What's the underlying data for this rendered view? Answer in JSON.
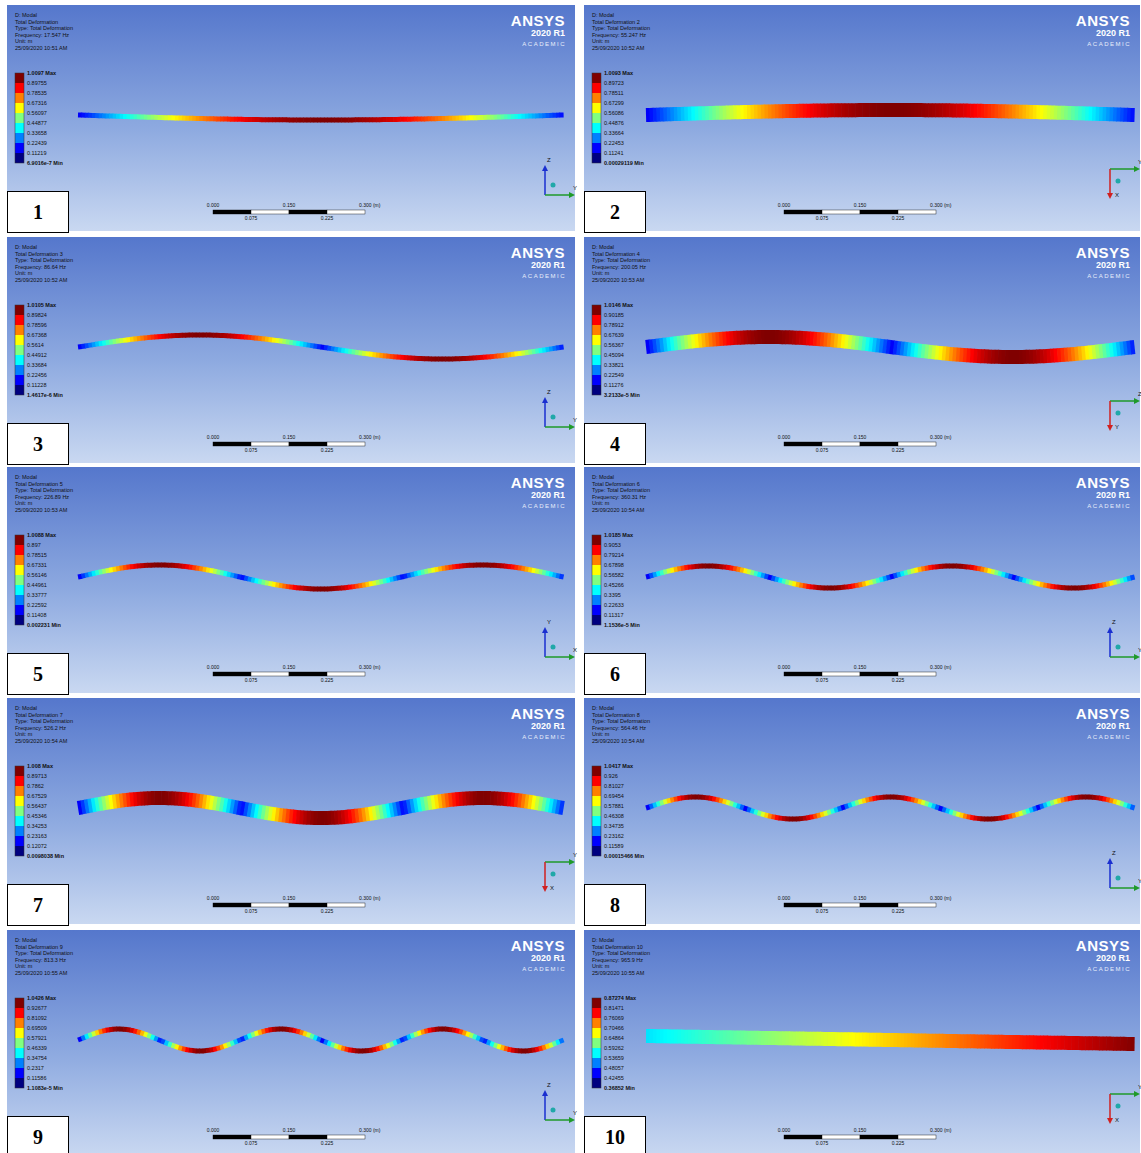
{
  "diagram": {
    "nodes": [
      {
        "text": [
          "1"
        ]
      },
      {
        "text": [
          "2"
        ]
      },
      {
        "text": [
          "3"
        ]
      },
      {
        "text": [
          "4"
        ]
      },
      {
        "text": [
          "5"
        ]
      },
      {
        "text": [
          "6"
        ]
      },
      {
        "text": [
          "7"
        ]
      },
      {
        "text": [
          "8"
        ]
      },
      {
        "text": [
          "9"
        ]
      },
      {
        "text": [
          "10"
        ]
      }
    ],
    "labels": [
      "D: Modal",
      "Total Deformation",
      "Type: Total Deformation",
      "Frequency: 17.547 Hz",
      "Unit: m",
      "25/09/2020 10:51 AM",
      "ANSYS",
      "2020 R1",
      "ACADEMIC",
      "1.0097 Max",
      "0.89755",
      "0.78535",
      "0.67316",
      "0.56097",
      "0.44877",
      "0.33658",
      "0.22439",
      "0.11219",
      "6.9016e-7 Min",
      "0.000",
      "0.150",
      "0.300 (m)",
      "0.075",
      "0.225",
      "Z",
      "Y",
      "D: Modal",
      "Total Deformation 2",
      "Type: Total Deformation",
      "Frequency: 55.247 Hz",
      "Unit: m",
      "25/09/2020 10:52 AM",
      "ANSYS",
      "2020 R1",
      "ACADEMIC",
      "1.0093 Max",
      "0.89723",
      "0.78511",
      "0.67299",
      "0.56086",
      "0.44876",
      "0.33664",
      "0.22453",
      "0.11241",
      "0.00029119 Min",
      "0.000",
      "0.150",
      "0.300 (m)",
      "0.075",
      "0.225",
      "Y",
      "X",
      "D: Modal",
      "Total Deformation 3",
      "Type: Total Deformation",
      "Frequency: 86.64 Hz",
      "Unit: m",
      "25/09/2020 10:52 AM",
      "ANSYS",
      "2020 R1",
      "ACADEMIC",
      "1.0105 Max",
      "0.89824",
      "0.78596",
      "0.67368",
      "0.5614",
      "0.44912",
      "0.33684",
      "0.22456",
      "0.11228",
      "1.4617e-6 Min",
      "0.000",
      "0.150",
      "0.300 (m)",
      "0.075",
      "0.225",
      "Z",
      "Y",
      "D: Modal",
      "Total Deformation 4",
      "Type: Total Deformation",
      "Frequency: 200.05 Hz",
      "Unit: m",
      "25/09/2020 10:53 AM",
      "ANSYS",
      "2020 R1",
      "ACADEMIC",
      "1.0146 Max",
      "0.90185",
      "0.78912",
      "0.67639",
      "0.56367",
      "0.45094",
      "0.33821",
      "0.22549",
      "0.11276",
      "3.2133e-5 Min",
      "0.000",
      "0.150",
      "0.300 (m)",
      "0.075",
      "0.225",
      "Z",
      "Y",
      "D: Modal",
      "Total Deformation 5",
      "Type: Total Deformation",
      "Frequency: 226.89 Hz",
      "Unit: m",
      "25/09/2020 10:53 AM",
      "ANSYS",
      "2020 R1",
      "ACADEMIC",
      "1.0088 Max",
      "0.897",
      "0.78515",
      "0.67331",
      "0.56146",
      "0.44961",
      "0.33777",
      "0.22592",
      "0.11408",
      "0.002231 Min",
      "0.000",
      "0.150",
      "0.300 (m)",
      "0.075",
      "0.225",
      "Y",
      "X",
      "D: Modal",
      "Total Deformation 6",
      "Type: Total Deformation",
      "Frequency: 360.31 Hz",
      "Unit: m",
      "25/09/2020 10:54 AM",
      "ANSYS",
      "2020 R1",
      "ACADEMIC",
      "1.0185 Max",
      "0.9053",
      "0.79214",
      "0.67898",
      "0.56582",
      "0.45266",
      "0.3395",
      "0.22633",
      "0.11317",
      "1.1536e-5 Min",
      "0.000",
      "0.150",
      "0.300 (m)",
      "0.075",
      "0.225",
      "Z",
      "Y",
      "D: Modal",
      "Total Deformation 7",
      "Type: Total Deformation",
      "Frequency: 526.2 Hz",
      "Unit: m",
      "25/09/2020 10:54 AM",
      "ANSYS",
      "2020 R1",
      "ACADEMIC",
      "1.008 Max",
      "0.89713",
      "0.7862",
      "0.67529",
      "0.56437",
      "0.45346",
      "0.34253",
      "0.23163",
      "0.12072",
      "0.0098038 Min",
      "0.000",
      "0.150",
      "0.300 (m)",
      "0.075",
      "0.225",
      "Y",
      "X",
      "D: Modal",
      "Total Deformation 8",
      "Type: Total Deformation",
      "Frequency: 564.46 Hz",
      "Unit: m",
      "25/09/2020 10:54 AM",
      "ANSYS",
      "2020 R1",
      "ACADEMIC",
      "1.0417 Max",
      "0.926",
      "0.81027",
      "0.69454",
      "0.57881",
      "0.46308",
      "0.34735",
      "0.23162",
      "0.11589",
      "0.00015466 Min",
      "0.000",
      "0.150",
      "0.300 (m)",
      "0.075",
      "0.225",
      "Z",
      "Y",
      "D: Modal",
      "Total Deformation 9",
      "Type: Total Deformation",
      "Frequency: 813.3 Hz",
      "Unit: m",
      "25/09/2020 10:55 AM",
      "ANSYS",
      "2020 R1",
      "ACADEMIC",
      "1.0426 Max",
      "0.92677",
      "0.81092",
      "0.69509",
      "0.57921",
      "0.46339",
      "0.34754",
      "0.2317",
      "0.11586",
      "1.1083e-5 Min",
      "0.000",
      "0.150",
      "0.300 (m)",
      "0.075",
      "0.225",
      "Z",
      "Y",
      "D: Modal",
      "Total Deformation 10",
      "Type: Total Deformation",
      "Frequency: 965.9 Hz",
      "Unit: m",
      "25/09/2020 10:55 AM",
      "ANSYS",
      "2020 R1",
      "ACADEMIC",
      "0.87274 Max",
      "0.81471",
      "0.76069",
      "0.70466",
      "0.64864",
      "0.59262",
      "0.53659",
      "0.48057",
      "0.42455",
      "0.36852 Min",
      "0.000",
      "0.150",
      "0.300 (m)",
      "0.075",
      "0.225",
      "Y",
      "X"
    ]
  }
}
